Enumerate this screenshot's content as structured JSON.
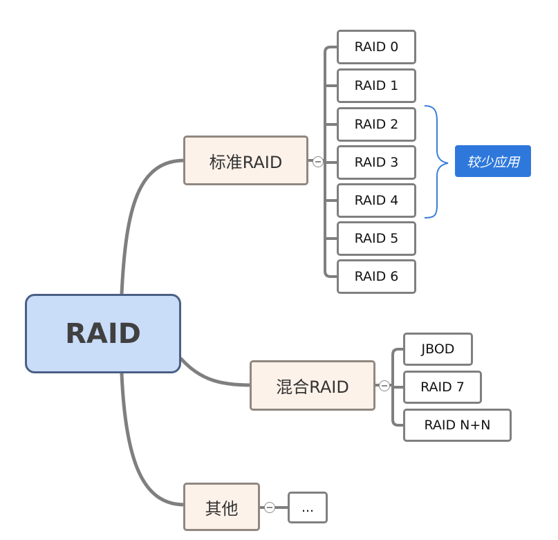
{
  "root": {
    "label": "RAID"
  },
  "branches": [
    {
      "label": "标准RAID",
      "children": [
        "RAID 0",
        "RAID 1",
        "RAID 2",
        "RAID 3",
        "RAID 4",
        "RAID 5",
        "RAID 6"
      ]
    },
    {
      "label": "混合RAID",
      "children": [
        "JBOD",
        "RAID 7",
        "RAID N+N"
      ]
    },
    {
      "label": "其他",
      "children": [
        "..."
      ]
    }
  ],
  "summary_note": {
    "label": "较少应用",
    "covers": [
      "RAID 2",
      "RAID 3",
      "RAID 4"
    ]
  },
  "colors": {
    "root_fill": "#c9dcf8",
    "root_border": "#4a5f85",
    "branch_fill": "#fdf2ea",
    "branch_border": "#8f8780",
    "leaf_border": "#7f7f7f",
    "connector": "#7f7f7f",
    "note_fill": "#2e78dc",
    "brace": "#3a7fd8"
  }
}
